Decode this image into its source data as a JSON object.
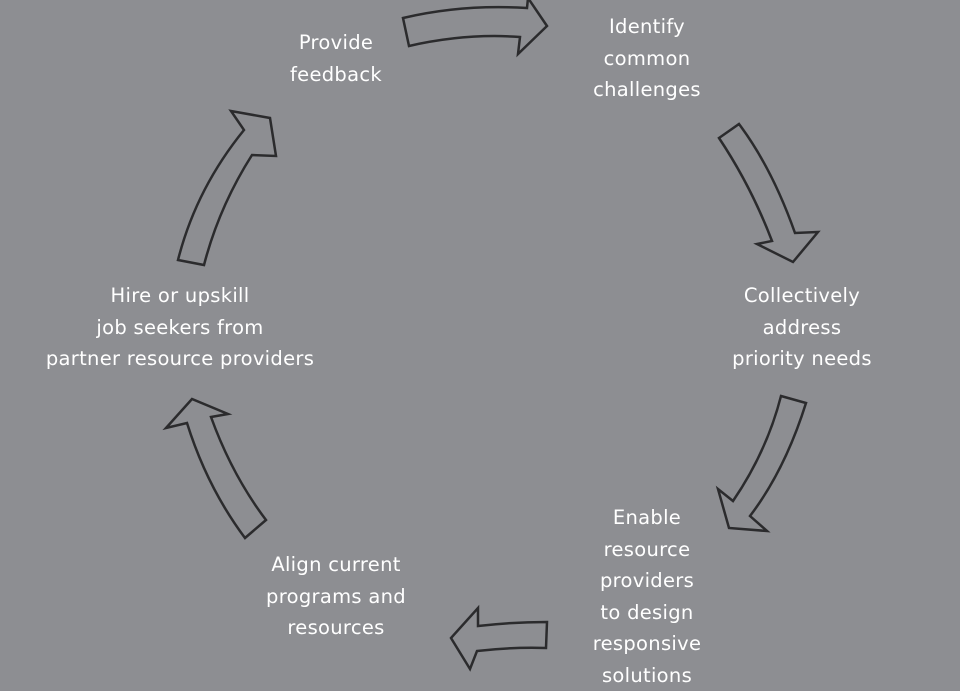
{
  "cycle": {
    "steps": [
      {
        "lines": [
          "Provide",
          "feedback"
        ]
      },
      {
        "lines": [
          "Identify",
          "common",
          "challenges"
        ]
      },
      {
        "lines": [
          "Collectively",
          "address",
          "priority needs"
        ]
      },
      {
        "lines": [
          "Enable",
          "resource",
          "providers",
          "to design",
          "responsive",
          "solutions"
        ]
      },
      {
        "lines": [
          "Align current",
          "programs and",
          "resources"
        ]
      },
      {
        "lines": [
          "Hire or upskill",
          "job seekers from",
          "partner resource providers"
        ]
      }
    ]
  },
  "colors": {
    "background": "#8d8e92",
    "text": "#ffffff",
    "arrow_outline": "#2b2b2d"
  }
}
